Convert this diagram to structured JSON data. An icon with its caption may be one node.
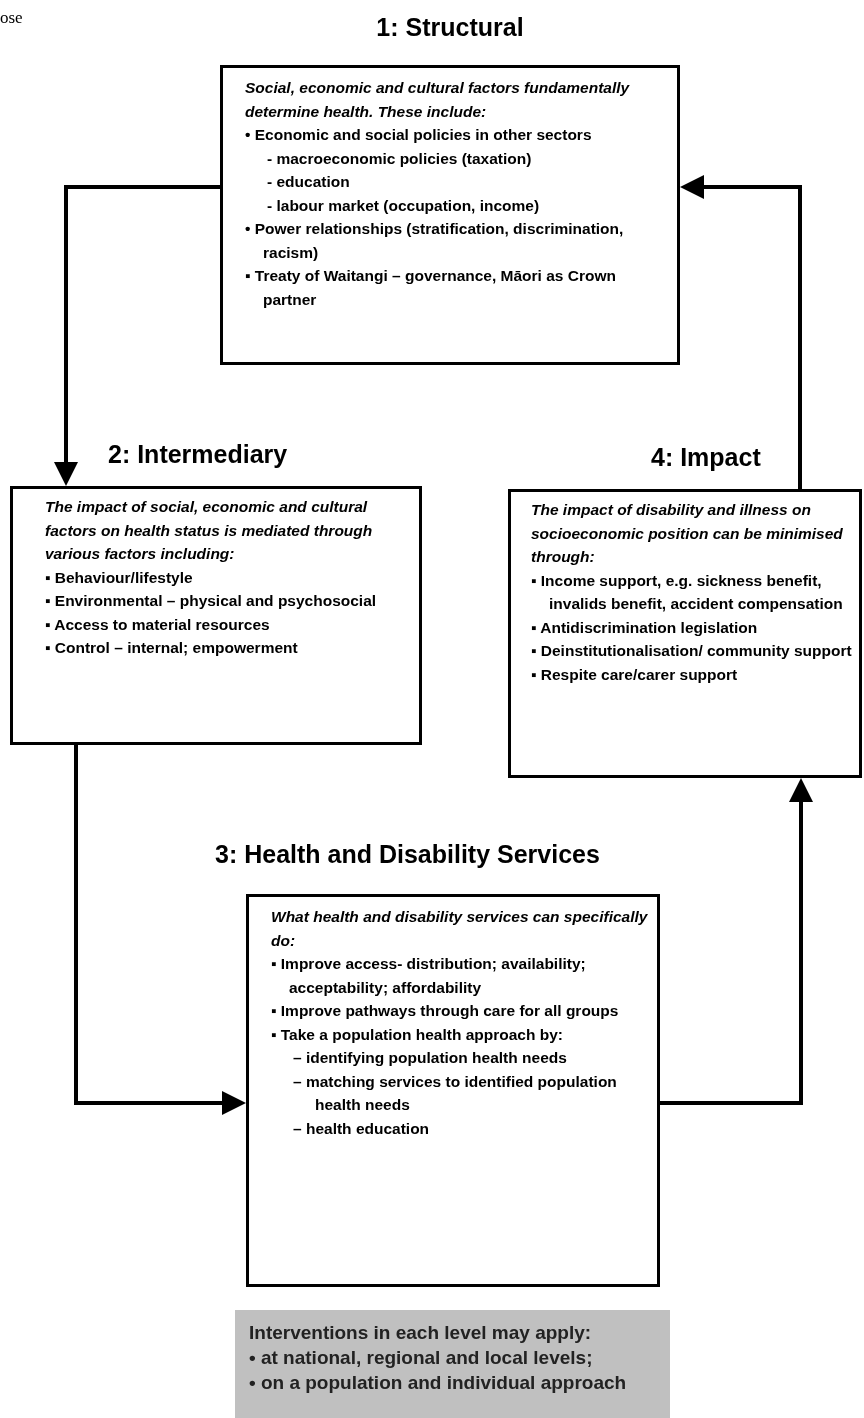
{
  "diagram": {
    "nodes": [
      {
        "text": [
          "1: Structural",
          "Social, economic and cultural factors fundamentally determine health. These include:",
          "• Economic and social policies in other sectors",
          "- macroeconomic policies (taxation)",
          "- education",
          "- labour market (occupation, income)",
          "• Power relationships (stratification, discrimination, racism)",
          "▪ Treaty of Waitangi – governance, Māori as Crown partner"
        ]
      },
      {
        "text": [
          "2: Intermediary",
          "The impact of social, economic and cultural factors on health status is mediated through various factors including:",
          "▪ Behaviour/lifestyle",
          "▪ Environmental – physical and psychosocial",
          "▪ Access to material resources",
          "▪ Control – internal; empowerment"
        ]
      },
      {
        "text": [
          "4: Impact",
          "The impact of disability and illness on socioeconomic position can be minimised through:",
          "▪ Income support, e.g. sickness benefit, invalids benefit, accident compensation",
          "▪ Antidiscrimination legislation",
          "▪ Deinstitutionalisation/ community support",
          "▪ Respite care/carer support"
        ]
      },
      {
        "text": [
          "3: Health and Disability Services",
          "What health and disability services can specifically do:",
          "▪ Improve access- distribution; availability; acceptability; affordability",
          "▪ Improve pathways through care for all groups",
          "▪ Take a population health approach by:",
          "– identifying population health needs",
          "– matching services to identified population health needs",
          "– health education"
        ]
      },
      {
        "text": [
          "Interventions in each level may apply:",
          "• at national, regional and local levels;",
          "• on a population and individual approach"
        ]
      }
    ],
    "edges": [
      {
        "from": 0,
        "to": 1,
        "arrow": "to"
      },
      {
        "from": 1,
        "to": 3,
        "arrow": "to"
      },
      {
        "from": 3,
        "to": 2,
        "arrow": "to"
      },
      {
        "from": 2,
        "to": 0,
        "arrow": "to"
      }
    ],
    "labels": [
      "ose"
    ]
  }
}
